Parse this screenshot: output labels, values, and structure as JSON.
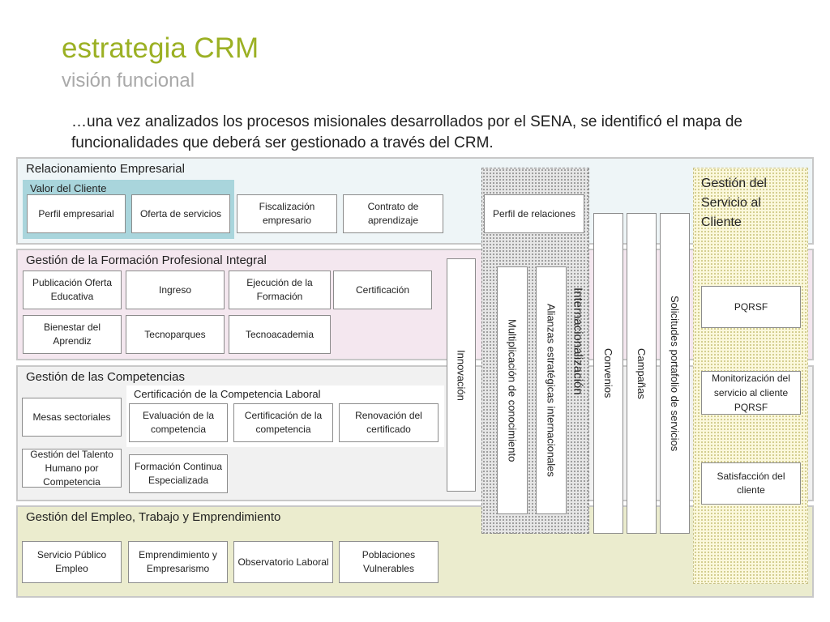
{
  "header": {
    "title": "estrategia CRM",
    "subtitle": "visión funcional",
    "intro": "…una vez analizados los procesos misionales desarrollados por el SENA, se identificó el mapa de funcionalidades que deberá ser gestionado a través del CRM."
  },
  "colors": {
    "title": "#9bb023",
    "relacionamiento_bg": "#eef5f7",
    "valor_cliente_bg": "#a9d5dc",
    "formacion_bg": "#f4e7ef",
    "competencias_bg": "#f1f1f1",
    "empleo_bg": "#ebecce",
    "servicio_bg": "#fbf8dc"
  },
  "relacionamiento": {
    "title": "Relacionamiento Empresarial",
    "valor_cliente": {
      "title": "Valor del Cliente",
      "items": [
        "Perfil empresarial",
        "Oferta de servicios"
      ]
    },
    "items": [
      "Fiscalización empresario",
      "Contrato de aprendizaje"
    ]
  },
  "formacion": {
    "title": "Gestión de la Formación Profesional Integral",
    "row1": [
      "Publicación Oferta Educativa",
      "Ingreso",
      "Ejecución de la Formación",
      "Certificación"
    ],
    "row2": [
      "Bienestar del Aprendiz",
      "Tecnoparques",
      "Tecnoacademia"
    ]
  },
  "competencias": {
    "title": "Gestión de las Competencias",
    "left": [
      "Mesas sectoriales",
      "Gestión del Talento Humano por Competencia"
    ],
    "certificacion": {
      "title": "Certificación de la Competencia Laboral",
      "items": [
        "Evaluación de la competencia",
        "Certificación de la competencia",
        "Renovación del certificado"
      ]
    },
    "formacion_continua": "Formación Continua Especializada"
  },
  "empleo": {
    "title": "Gestión del Empleo, Trabajo y Emprendimiento",
    "items": [
      "Servicio Público Empleo",
      "Emprendimiento y Empresarismo",
      "Observatorio Laboral",
      "Poblaciones Vulnerables"
    ]
  },
  "vertical": {
    "innovacion": "Innovación",
    "internacionalizacion": {
      "title": "Internacionalización",
      "perfil": "Perfil de relaciones",
      "multiplicacion": "Multiplicación de conocimiento",
      "alianzas": "Alianzas estratégicas internacionales"
    },
    "convenios": "Convenios",
    "campanas": "Campañas",
    "solicitudes": "Solicitudes portafolio de servicios"
  },
  "servicio_cliente": {
    "title": "Gestión del Servicio al Cliente",
    "items": [
      "PQRSF",
      "Monitorización del servicio al cliente PQRSF",
      "Satisfacción del cliente"
    ]
  }
}
